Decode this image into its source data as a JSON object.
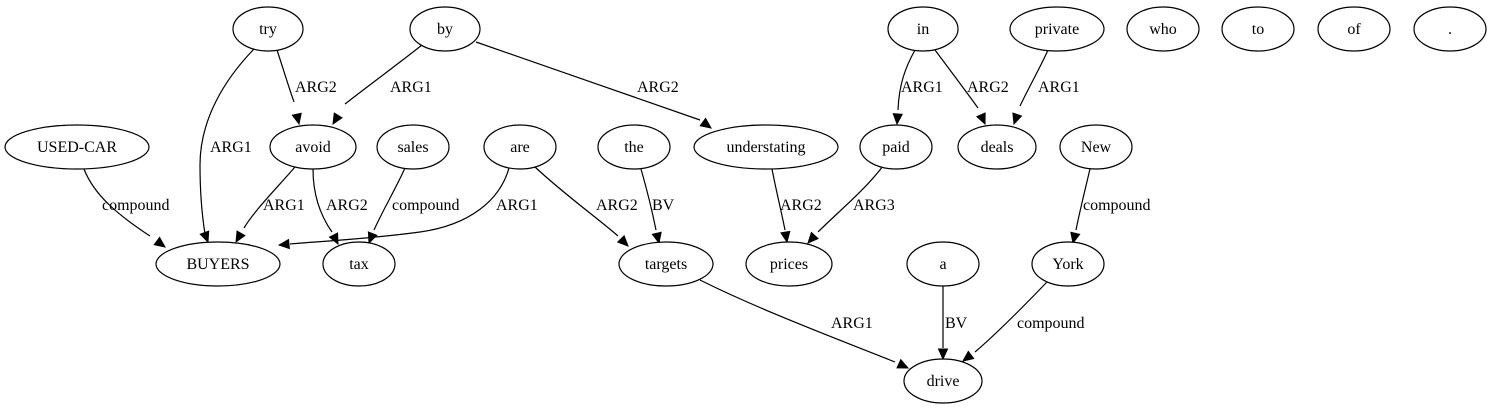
{
  "graph": {
    "nodes": [
      {
        "id": "try",
        "label": "try"
      },
      {
        "id": "by",
        "label": "by"
      },
      {
        "id": "in",
        "label": "in"
      },
      {
        "id": "private",
        "label": "private"
      },
      {
        "id": "who",
        "label": "who"
      },
      {
        "id": "to",
        "label": "to"
      },
      {
        "id": "of",
        "label": "of"
      },
      {
        "id": "period",
        "label": "."
      },
      {
        "id": "used_car",
        "label": "USED-CAR"
      },
      {
        "id": "avoid",
        "label": "avoid"
      },
      {
        "id": "sales",
        "label": "sales"
      },
      {
        "id": "are",
        "label": "are"
      },
      {
        "id": "the",
        "label": "the"
      },
      {
        "id": "understating",
        "label": "understating"
      },
      {
        "id": "paid",
        "label": "paid"
      },
      {
        "id": "deals",
        "label": "deals"
      },
      {
        "id": "new",
        "label": "New"
      },
      {
        "id": "buyers",
        "label": "BUYERS"
      },
      {
        "id": "tax",
        "label": "tax"
      },
      {
        "id": "targets",
        "label": "targets"
      },
      {
        "id": "prices",
        "label": "prices"
      },
      {
        "id": "a",
        "label": "a"
      },
      {
        "id": "york",
        "label": "York"
      },
      {
        "id": "drive",
        "label": "drive"
      }
    ],
    "edges": [
      {
        "id": "try-avoid",
        "from": "try",
        "to": "avoid",
        "label": "ARG2"
      },
      {
        "id": "try-buyers",
        "from": "try",
        "to": "buyers",
        "label": "ARG1"
      },
      {
        "id": "by-avoid",
        "from": "by",
        "to": "avoid",
        "label": "ARG1"
      },
      {
        "id": "by-understating",
        "from": "by",
        "to": "understating",
        "label": "ARG2"
      },
      {
        "id": "in-paid",
        "from": "in",
        "to": "paid",
        "label": "ARG1"
      },
      {
        "id": "in-deals",
        "from": "in",
        "to": "deals",
        "label": "ARG2"
      },
      {
        "id": "private-deals",
        "from": "private",
        "to": "deals",
        "label": "ARG1"
      },
      {
        "id": "usedcar-buyers",
        "from": "used_car",
        "to": "buyers",
        "label": "compound"
      },
      {
        "id": "avoid-buyers",
        "from": "avoid",
        "to": "buyers",
        "label": "ARG1"
      },
      {
        "id": "avoid-tax",
        "from": "avoid",
        "to": "tax",
        "label": "ARG2"
      },
      {
        "id": "sales-tax",
        "from": "sales",
        "to": "tax",
        "label": "compound"
      },
      {
        "id": "are-buyers",
        "from": "are",
        "to": "buyers",
        "label": "ARG1"
      },
      {
        "id": "are-targets",
        "from": "are",
        "to": "targets",
        "label": "ARG2"
      },
      {
        "id": "the-targets",
        "from": "the",
        "to": "targets",
        "label": "BV"
      },
      {
        "id": "understating-prices",
        "from": "understating",
        "to": "prices",
        "label": "ARG2"
      },
      {
        "id": "paid-prices",
        "from": "paid",
        "to": "prices",
        "label": "ARG3"
      },
      {
        "id": "new-york",
        "from": "new",
        "to": "york",
        "label": "compound"
      },
      {
        "id": "targets-drive",
        "from": "targets",
        "to": "drive",
        "label": "ARG1"
      },
      {
        "id": "a-drive",
        "from": "a",
        "to": "drive",
        "label": "BV"
      },
      {
        "id": "york-drive",
        "from": "york",
        "to": "drive",
        "label": "compound"
      }
    ]
  }
}
